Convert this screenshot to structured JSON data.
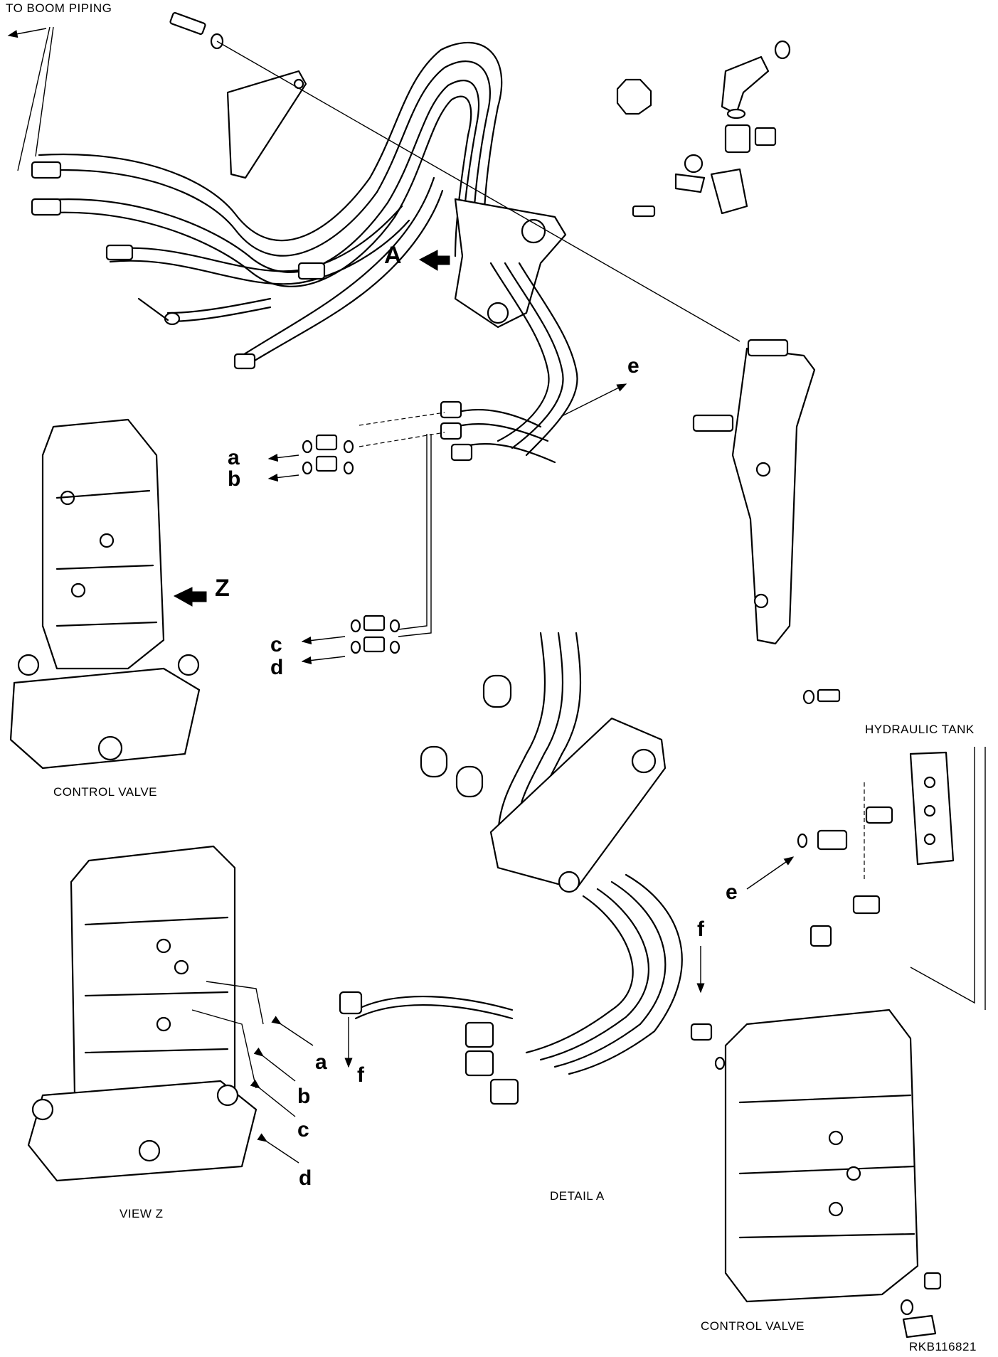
{
  "captions": {
    "to_boom_piping": "TO BOOM PIPING",
    "control_valve_left": "CONTROL VALVE",
    "view_z": "VIEW Z",
    "detail_a": "DETAIL A",
    "hydraulic_tank": "HYDRAULIC TANK",
    "control_valve_bottom": "CONTROL VALVE",
    "drawing_number": "RKB116821"
  },
  "markers": {
    "a_top": "a",
    "b_top": "b",
    "c_mid": "c",
    "d_mid": "d",
    "e_top": "e",
    "A": "A",
    "Z": "Z",
    "e_tank": "e",
    "f_left": "f",
    "f_right": "f",
    "a_view": "a",
    "b_view": "b",
    "c_view": "c",
    "d_view": "d"
  }
}
